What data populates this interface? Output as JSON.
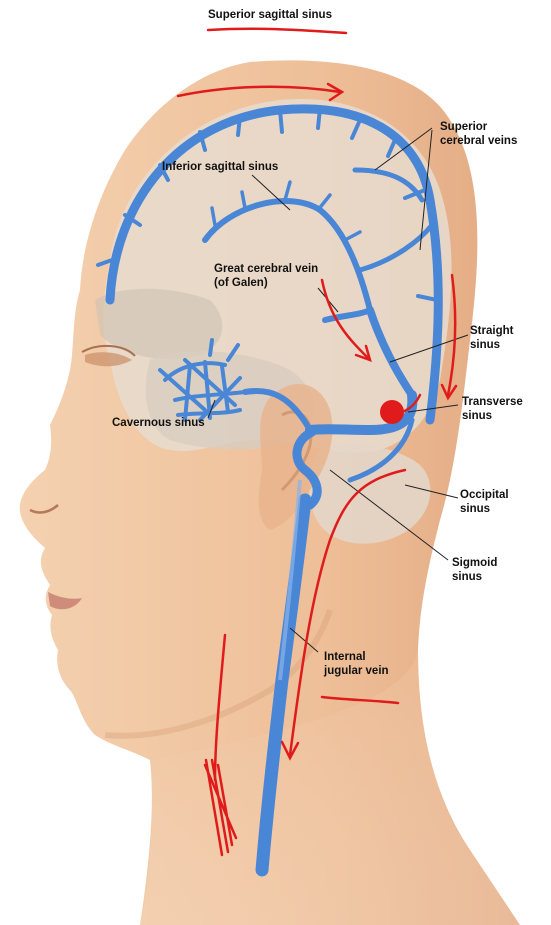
{
  "labels": {
    "superior_sagittal_sinus": "Superior sagittal sinus",
    "superior_cerebral_veins": [
      "Superior",
      "cerebral veins"
    ],
    "inferior_sagittal_sinus": "Inferior sagittal sinus",
    "great_cerebral_vein": [
      "Great cerebral vein",
      "(of Galen)"
    ],
    "straight_sinus": [
      "Straight",
      "sinus"
    ],
    "transverse_sinus": [
      "Transverse",
      "sinus"
    ],
    "cavernous_sinus": "Cavernous sinus",
    "occipital_sinus": [
      "Occipital",
      "sinus"
    ],
    "sigmoid_sinus": [
      "Sigmoid",
      "sinus"
    ],
    "internal_jugular_vein": [
      "Internal",
      "jugular vein"
    ]
  },
  "colors": {
    "skin": "#efc7a3",
    "skin_shade": "#deaa83",
    "brain": "#e8dccf",
    "vein": "#4a86d6",
    "vein_light": "#8ab3ea",
    "annotation": "#e01b1b",
    "label_text": "#111111"
  }
}
